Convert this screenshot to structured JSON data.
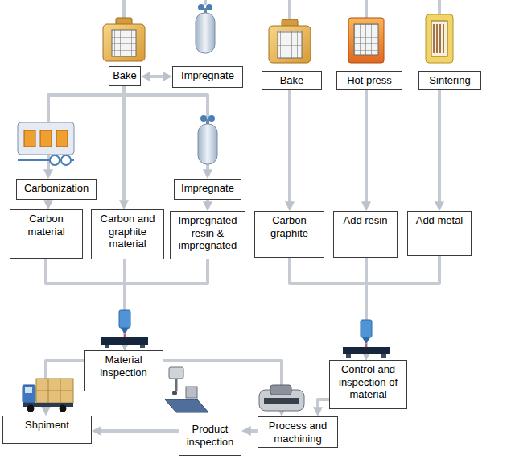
{
  "diagram": {
    "nodes": [
      {
        "text": [
          "Bake"
        ]
      },
      {
        "text": [
          "Impregnate"
        ]
      },
      {
        "text": [
          "Bake"
        ]
      },
      {
        "text": [
          "Hot press"
        ]
      },
      {
        "text": [
          "Sintering"
        ]
      },
      {
        "text": [
          "Carbonization"
        ]
      },
      {
        "text": [
          "Impregnate"
        ]
      },
      {
        "text": [
          "Carbon material"
        ]
      },
      {
        "text": [
          "Carbon and graphite material"
        ]
      },
      {
        "text": [
          "Impregnated resin & impregnated"
        ]
      },
      {
        "text": [
          "Carbon graphite"
        ]
      },
      {
        "text": [
          "Add resin"
        ]
      },
      {
        "text": [
          "Add metal"
        ]
      },
      {
        "text": [
          "Material inspection"
        ]
      },
      {
        "text": [
          "Control and inspection of material"
        ]
      },
      {
        "text": [
          "Shpiment"
        ]
      },
      {
        "text": [
          "Product inspection"
        ]
      },
      {
        "text": [
          "Process and machining"
        ]
      }
    ],
    "edges": [
      {
        "from": 0,
        "to": 1,
        "arrow": "both"
      },
      {
        "from": 0,
        "to": 5,
        "arrow": "to"
      },
      {
        "from": 0,
        "to": 8,
        "arrow": "to"
      },
      {
        "from": 0,
        "to": 6,
        "arrow": "to"
      },
      {
        "from": 5,
        "to": 7,
        "arrow": "to"
      },
      {
        "from": 6,
        "to": 9,
        "arrow": "to"
      },
      {
        "from": 2,
        "to": 10,
        "arrow": "to"
      },
      {
        "from": 3,
        "to": 11,
        "arrow": "to"
      },
      {
        "from": 4,
        "to": 12,
        "arrow": "to"
      },
      {
        "from": 7,
        "to": 13,
        "arrow": "to"
      },
      {
        "from": 8,
        "to": 13,
        "arrow": "to"
      },
      {
        "from": 9,
        "to": 13,
        "arrow": "to"
      },
      {
        "from": 10,
        "to": 14,
        "arrow": "to"
      },
      {
        "from": 11,
        "to": 14,
        "arrow": "to"
      },
      {
        "from": 12,
        "to": 14,
        "arrow": "to"
      },
      {
        "from": 13,
        "to": 15,
        "arrow": "to"
      },
      {
        "from": 13,
        "to": 17,
        "arrow": "to"
      },
      {
        "from": 14,
        "to": 17,
        "arrow": "to"
      },
      {
        "from": 17,
        "to": 16,
        "arrow": "to"
      },
      {
        "from": 16,
        "to": 15,
        "arrow": "to"
      }
    ]
  }
}
